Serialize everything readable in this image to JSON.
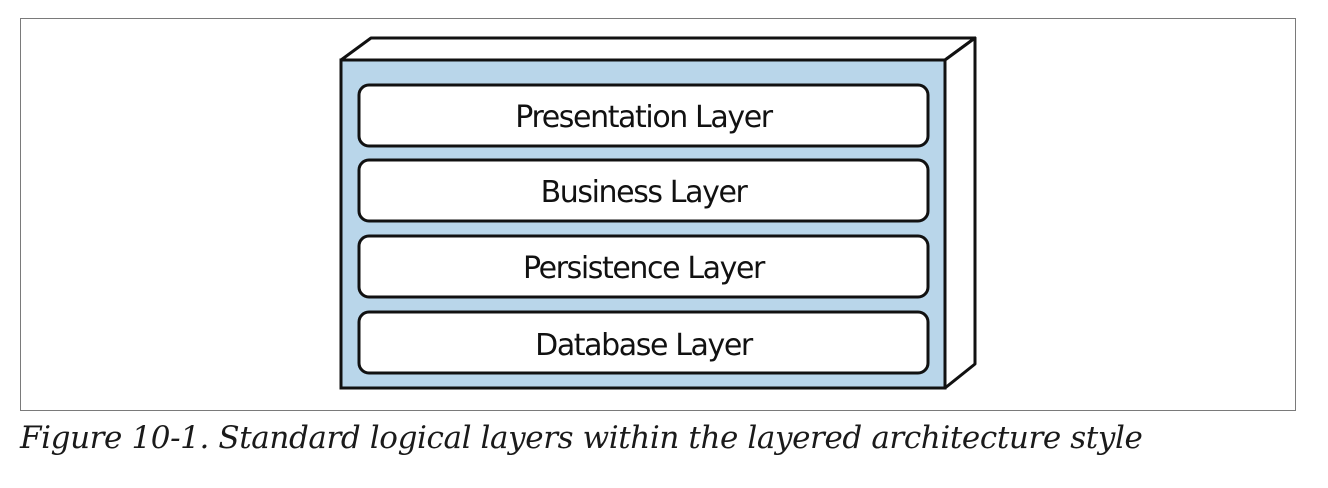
{
  "diagram": {
    "container_color": "#b9d6ea",
    "layers": [
      {
        "label": "Presentation Layer"
      },
      {
        "label": "Business Layer"
      },
      {
        "label": "Persistence Layer"
      },
      {
        "label": "Database Layer"
      }
    ]
  },
  "caption": "Figure 10-1. Standard logical layers within the layered architecture style"
}
